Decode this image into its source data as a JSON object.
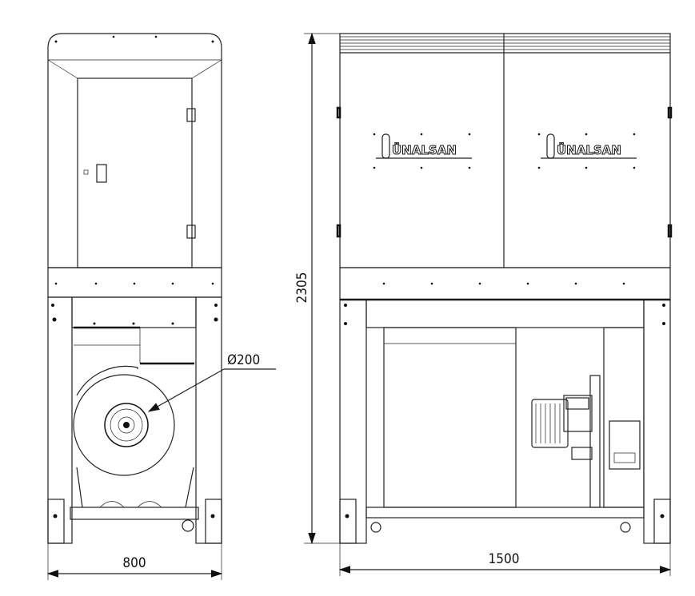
{
  "dimensions": {
    "height": "2305",
    "width_side": "800",
    "width_front": "1500",
    "outlet_diameter": "Ø200"
  },
  "brand": {
    "logo_text": "ÜNALSAN"
  },
  "colors": {
    "line": "#222222",
    "background": "#ffffff"
  }
}
